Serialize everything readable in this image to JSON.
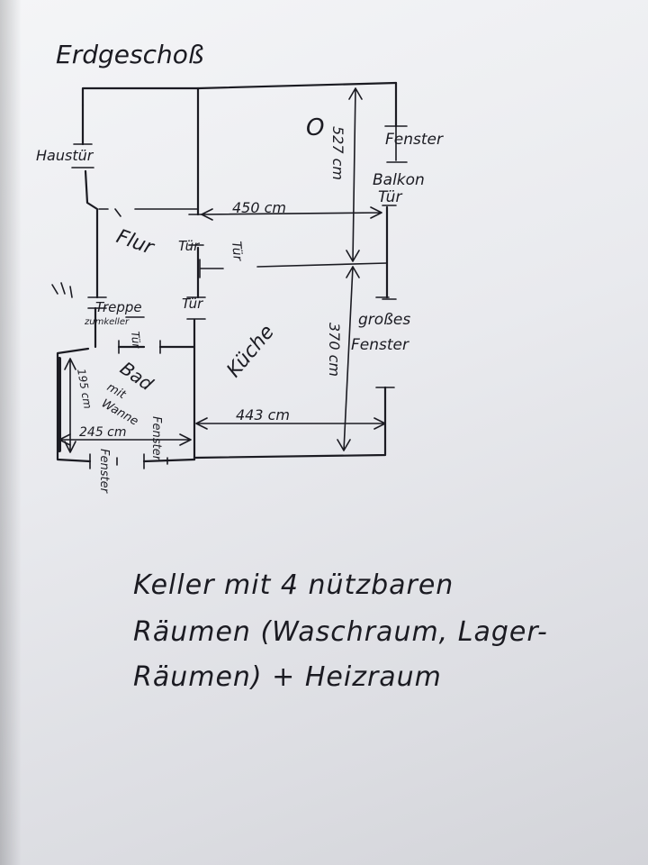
{
  "plan": {
    "title": "Erdgeschoß",
    "rooms": {
      "flur": "Flur",
      "kueche": "Küche",
      "bad": "Bad",
      "bad_sub1": "mit",
      "bad_sub2": "Wanne"
    },
    "labels": {
      "haustuer": "Haustür",
      "fenster_top": "Fenster",
      "balkon": "Balkon",
      "balkon_tuer": "Tür",
      "tuer_flur1": "Tür",
      "tuer_mid": "Tür",
      "tuer_flur2": "Tür",
      "treppe": "Treppe",
      "zumkeller": "zumkeller",
      "bad_tuer": "Tür",
      "grosses": "großes",
      "grosses_fenster": "Fenster",
      "fenster_bad_right": "Fenster",
      "fenster_bottom": "Fenster",
      "circle": "O"
    },
    "dimensions": {
      "d450": "450 cm",
      "d527": "527 cm",
      "d370": "370 cm",
      "d443": "443 cm",
      "d245": "245 cm",
      "d195": "195 cm"
    }
  },
  "note": {
    "line1": "Keller mit 4 nützbaren",
    "line2": "Räumen (Waschraum, Lager-",
    "line3": "Räumen) + Heizraum"
  }
}
